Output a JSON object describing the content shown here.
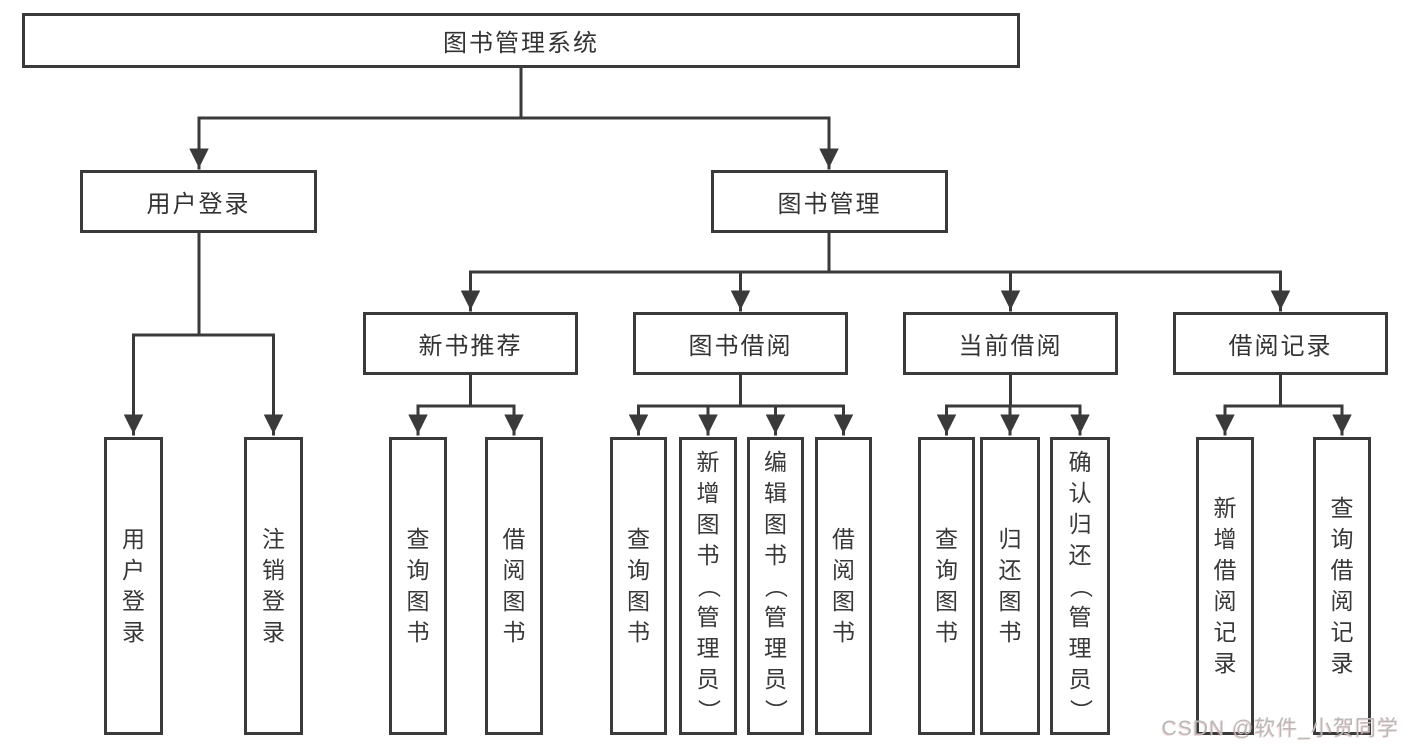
{
  "diagram_title": "图书管理系统",
  "nodes": {
    "root": {
      "label": "图书管理系统"
    },
    "user_login": {
      "label": "用户登录"
    },
    "book_mgmt": {
      "label": "图书管理"
    },
    "new_books": {
      "label": "新书推荐"
    },
    "borrow": {
      "label": "图书借阅"
    },
    "current": {
      "label": "当前借阅"
    },
    "records": {
      "label": "借阅记录"
    },
    "ul_login": {
      "label": "用户登录"
    },
    "ul_logout": {
      "label": "注销登录"
    },
    "nb_query": {
      "label": "查询图书"
    },
    "nb_borrow": {
      "label": "借阅图书"
    },
    "bb_query": {
      "label": "查询图书"
    },
    "bb_add": {
      "label": "新增图书（管理员）"
    },
    "bb_edit": {
      "label": "编辑图书（管理员）"
    },
    "bb_borrow": {
      "label": "借阅图书"
    },
    "cb_query": {
      "label": "查询图书"
    },
    "cb_return": {
      "label": "归还图书"
    },
    "cb_confirm": {
      "label": "确认归还（管理员）"
    },
    "br_add": {
      "label": "新增借阅记录"
    },
    "br_query": {
      "label": "查询借阅记录"
    }
  },
  "colors": {
    "line": "#3a3a3a",
    "text": "#333333",
    "watermark": "#b9b9b9"
  },
  "watermark": "CSDN @软件_小贺同学"
}
